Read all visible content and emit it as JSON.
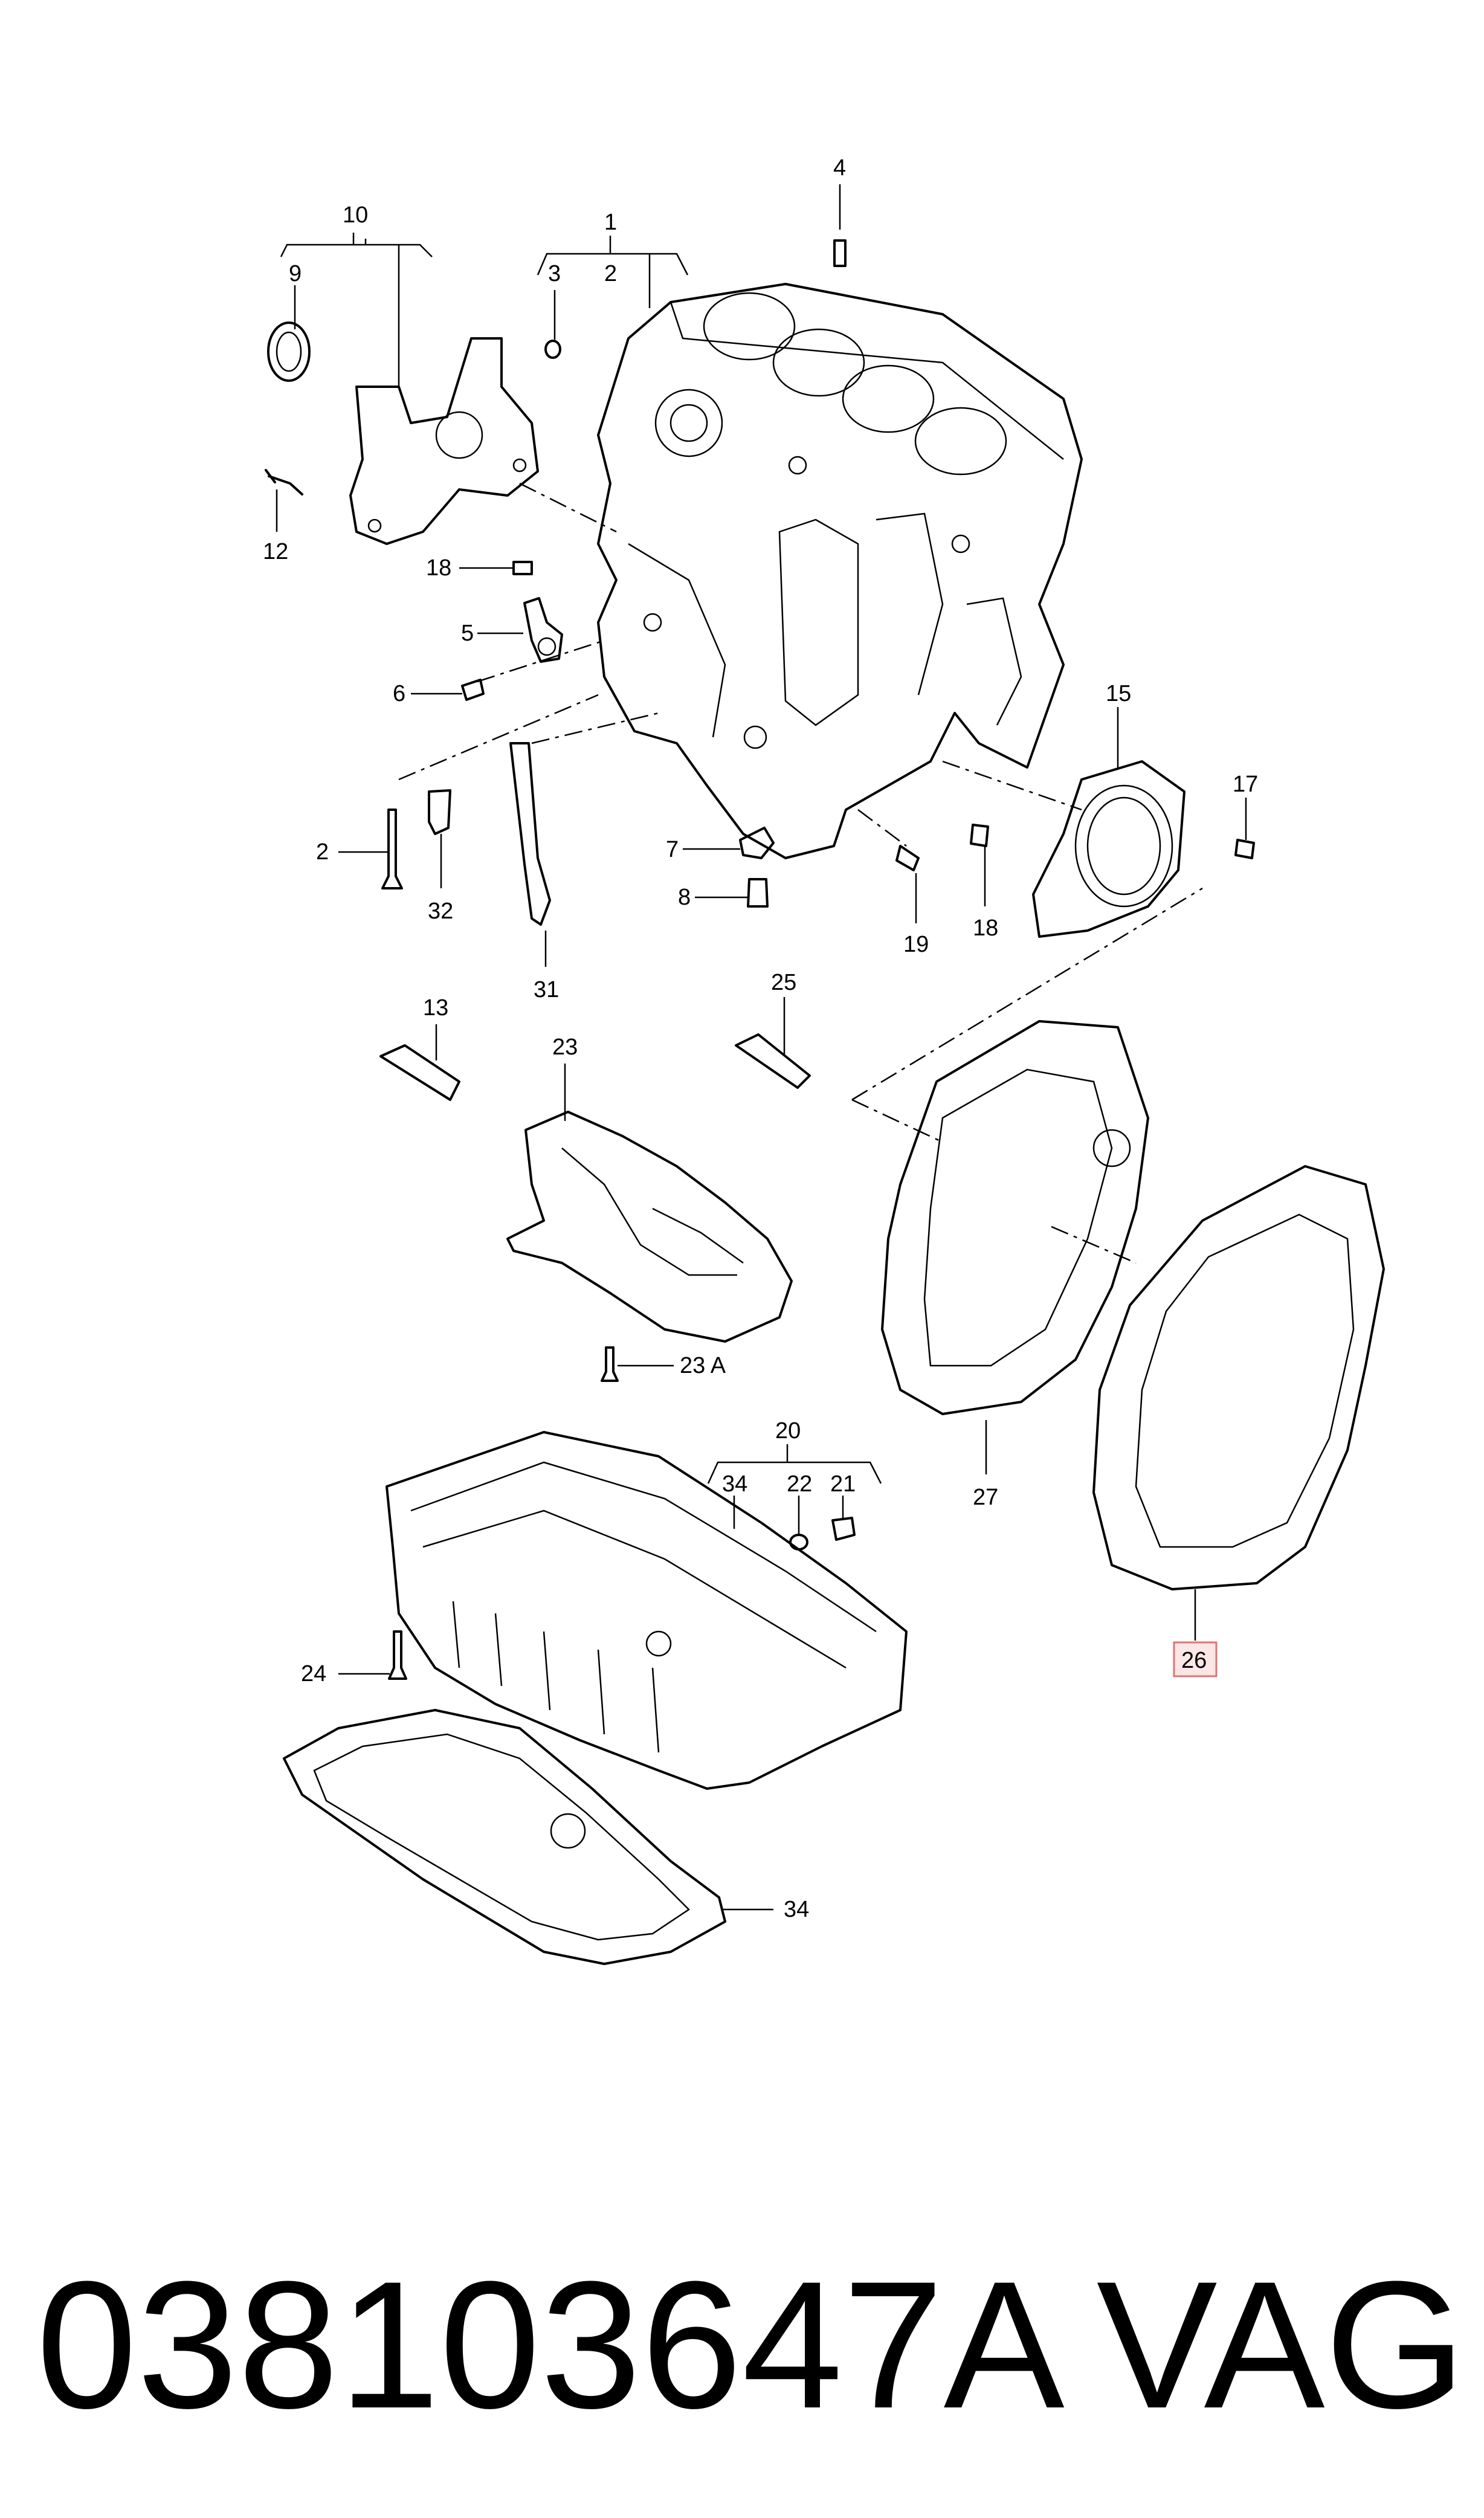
{
  "footer": {
    "part_number": "038103647A",
    "brand": "VAG"
  },
  "callouts": {
    "c1": "1",
    "c2": "2",
    "c3": "3",
    "c4": "4",
    "c5": "5",
    "c6": "6",
    "c7": "7",
    "c8": "8",
    "c9": "9",
    "c10": "10",
    "c12": "12",
    "c13": "13",
    "c15": "15",
    "c17": "17",
    "c18a": "18",
    "c18b": "18",
    "c19": "19",
    "c2b": "2",
    "c20": "20",
    "c21": "21",
    "c22": "22",
    "c23": "23",
    "c23a": "23 A",
    "c24": "24",
    "c25": "25",
    "c26": "26",
    "c27": "27",
    "c31": "31",
    "c32": "32",
    "c34a": "34",
    "c34b": "34"
  },
  "highlight_color": "#e0736f"
}
